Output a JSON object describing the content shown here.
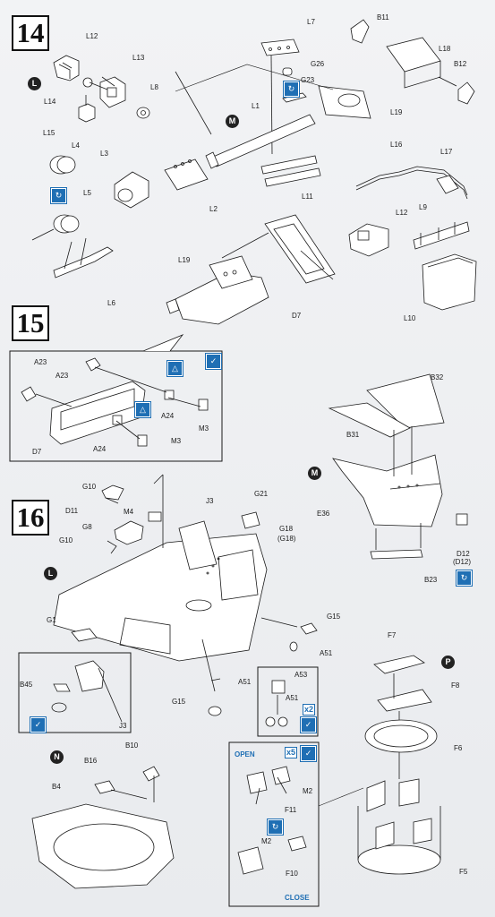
{
  "steps": {
    "s14": "14",
    "s15": "15",
    "s16": "16"
  },
  "variants": {
    "l1": "L",
    "m1": "M",
    "m2": "M",
    "l2": "L",
    "p": "P",
    "n": "N"
  },
  "inset": {
    "open": "OPEN",
    "close": "CLOSE",
    "x5": "x5",
    "x2": "x2"
  },
  "labels": {
    "L12a": "L12",
    "L13": "L13",
    "L14": "L14",
    "L15": "L15",
    "L8": "L8",
    "L7": "L7",
    "B11": "B11",
    "L18": "L18",
    "G26": "G26",
    "G23": "G23",
    "B12": "B12",
    "L19a": "L19",
    "L1": "L1",
    "L4": "L4",
    "L3": "L3",
    "L5": "L5",
    "L2": "L2",
    "L11": "L11",
    "L16": "L16",
    "L17": "L17",
    "L6": "L6",
    "L12b": "L12",
    "L9": "L9",
    "L19b": "L19",
    "D7a": "D7",
    "L10": "L10",
    "A23a": "A23",
    "A23b": "A23",
    "A24a": "A24",
    "A24b": "A24",
    "M3a": "M3",
    "M3b": "M3",
    "D7b": "D7",
    "B32": "B32",
    "B31": "B31",
    "E36": "E36",
    "D12": "D12",
    "D12p": "(D12)",
    "B23": "B23",
    "G10a": "G10",
    "D11": "D11",
    "M4": "M4",
    "J3a": "J3",
    "G21": "G21",
    "G8": "G8",
    "G10b": "G10",
    "G18": "G18",
    "G18p": "(G18)",
    "G1": "G1",
    "G15a": "G15",
    "A51a": "A51",
    "B45": "B45",
    "J3b": "J3",
    "G15b": "G15",
    "A51b": "A51",
    "A53": "A53",
    "A51c": "A51",
    "F7": "F7",
    "F8": "F8",
    "F6": "F6",
    "B10": "B10",
    "B16": "B16",
    "B4": "B4",
    "M2a": "M2",
    "F11": "F11",
    "M2b": "M2",
    "F10": "F10",
    "F5": "F5"
  },
  "colors": {
    "ink": "#1a1a1a",
    "accent": "#1f6fb4"
  },
  "icons": [
    "cement-icon",
    "flip-icon",
    "paint-icon",
    "drill-icon",
    "option-icon"
  ]
}
